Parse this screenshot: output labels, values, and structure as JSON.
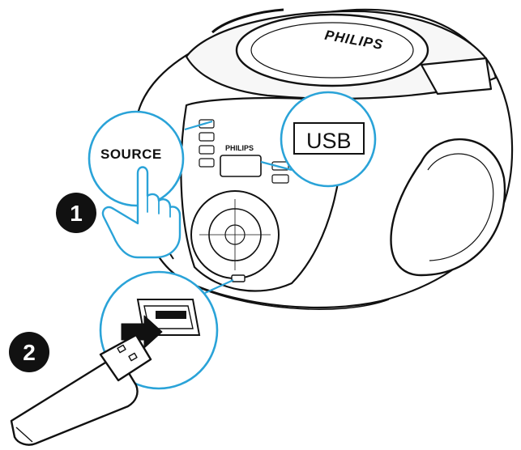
{
  "brand": "PHILIPS",
  "brand_small": "PHILIPS",
  "source_label": "SOURCE",
  "usb_label": "USB",
  "steps": [
    "1",
    "2"
  ],
  "colors": {
    "callout": "#2aa3d8",
    "ink": "#111111",
    "device_fill": "#ffffff",
    "badge": "#111111",
    "badge_text": "#ffffff"
  },
  "icons": [
    "hand-pointer-icon",
    "arrow-right-icon",
    "usb-stick-icon",
    "usb-port-icon"
  ]
}
